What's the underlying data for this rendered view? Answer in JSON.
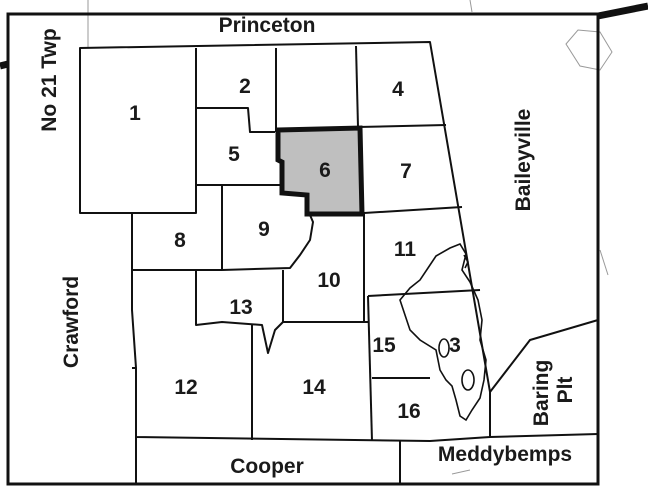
{
  "map": {
    "colors": {
      "background": "#ffffff",
      "line": "#111111",
      "highlight_fill": "#bfbfbf"
    },
    "neighbors": {
      "north": "Princeton",
      "northwest": "No 21 Twp",
      "east": "Baileyville",
      "west": "Crawford",
      "south": "Cooper",
      "southeast": "Meddybemps",
      "east_lower": "Baring Plt"
    },
    "lots": [
      "1",
      "2",
      "3",
      "4",
      "5",
      "6",
      "7",
      "8",
      "9",
      "10",
      "11",
      "12",
      "13",
      "14",
      "15",
      "16"
    ],
    "highlighted_lot": "6"
  }
}
